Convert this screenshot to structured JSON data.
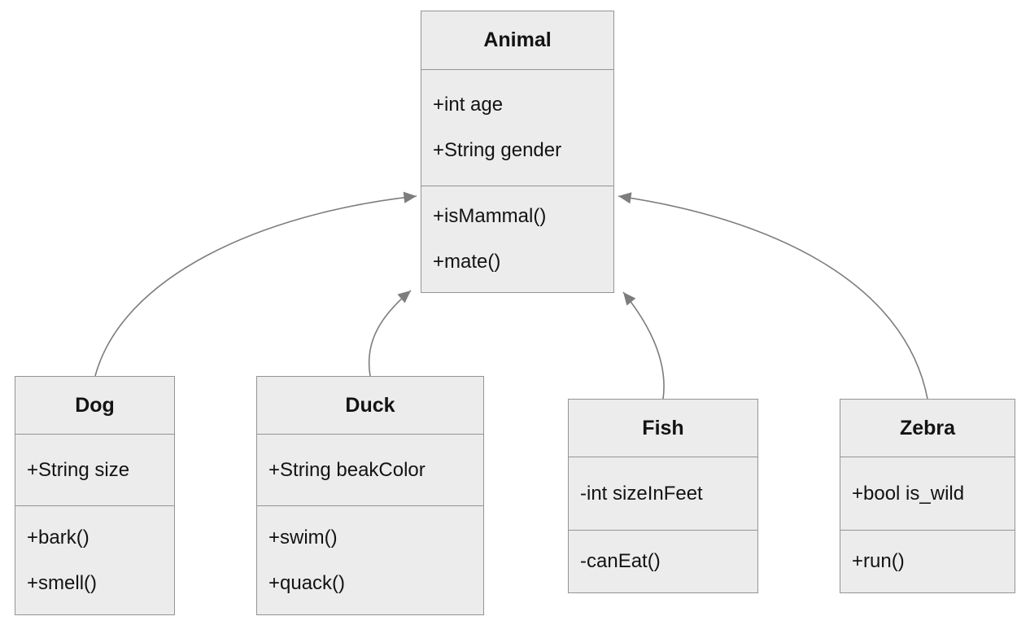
{
  "diagram": {
    "type": "uml-class-diagram",
    "colors": {
      "box_fill": "#ececec",
      "box_border": "#949494",
      "arrow": "#7d7d7d",
      "text": "#131313",
      "background": "#ffffff"
    },
    "classes": [
      {
        "name": "Animal",
        "attributes": [
          "+int age",
          "+String gender"
        ],
        "methods": [
          "+isMammal()",
          "+mate()"
        ]
      },
      {
        "name": "Dog",
        "attributes": [
          "+String size"
        ],
        "methods": [
          "+bark()",
          "+smell()"
        ]
      },
      {
        "name": "Duck",
        "attributes": [
          "+String beakColor"
        ],
        "methods": [
          "+swim()",
          "+quack()"
        ]
      },
      {
        "name": "Fish",
        "attributes": [
          "-int sizeInFeet"
        ],
        "methods": [
          "-canEat()"
        ]
      },
      {
        "name": "Zebra",
        "attributes": [
          "+bool is_wild"
        ],
        "methods": [
          "+run()"
        ]
      }
    ],
    "relations": [
      {
        "from": "Dog",
        "to": "Animal",
        "type": "inheritance"
      },
      {
        "from": "Duck",
        "to": "Animal",
        "type": "inheritance"
      },
      {
        "from": "Fish",
        "to": "Animal",
        "type": "inheritance"
      },
      {
        "from": "Zebra",
        "to": "Animal",
        "type": "inheritance"
      }
    ]
  }
}
